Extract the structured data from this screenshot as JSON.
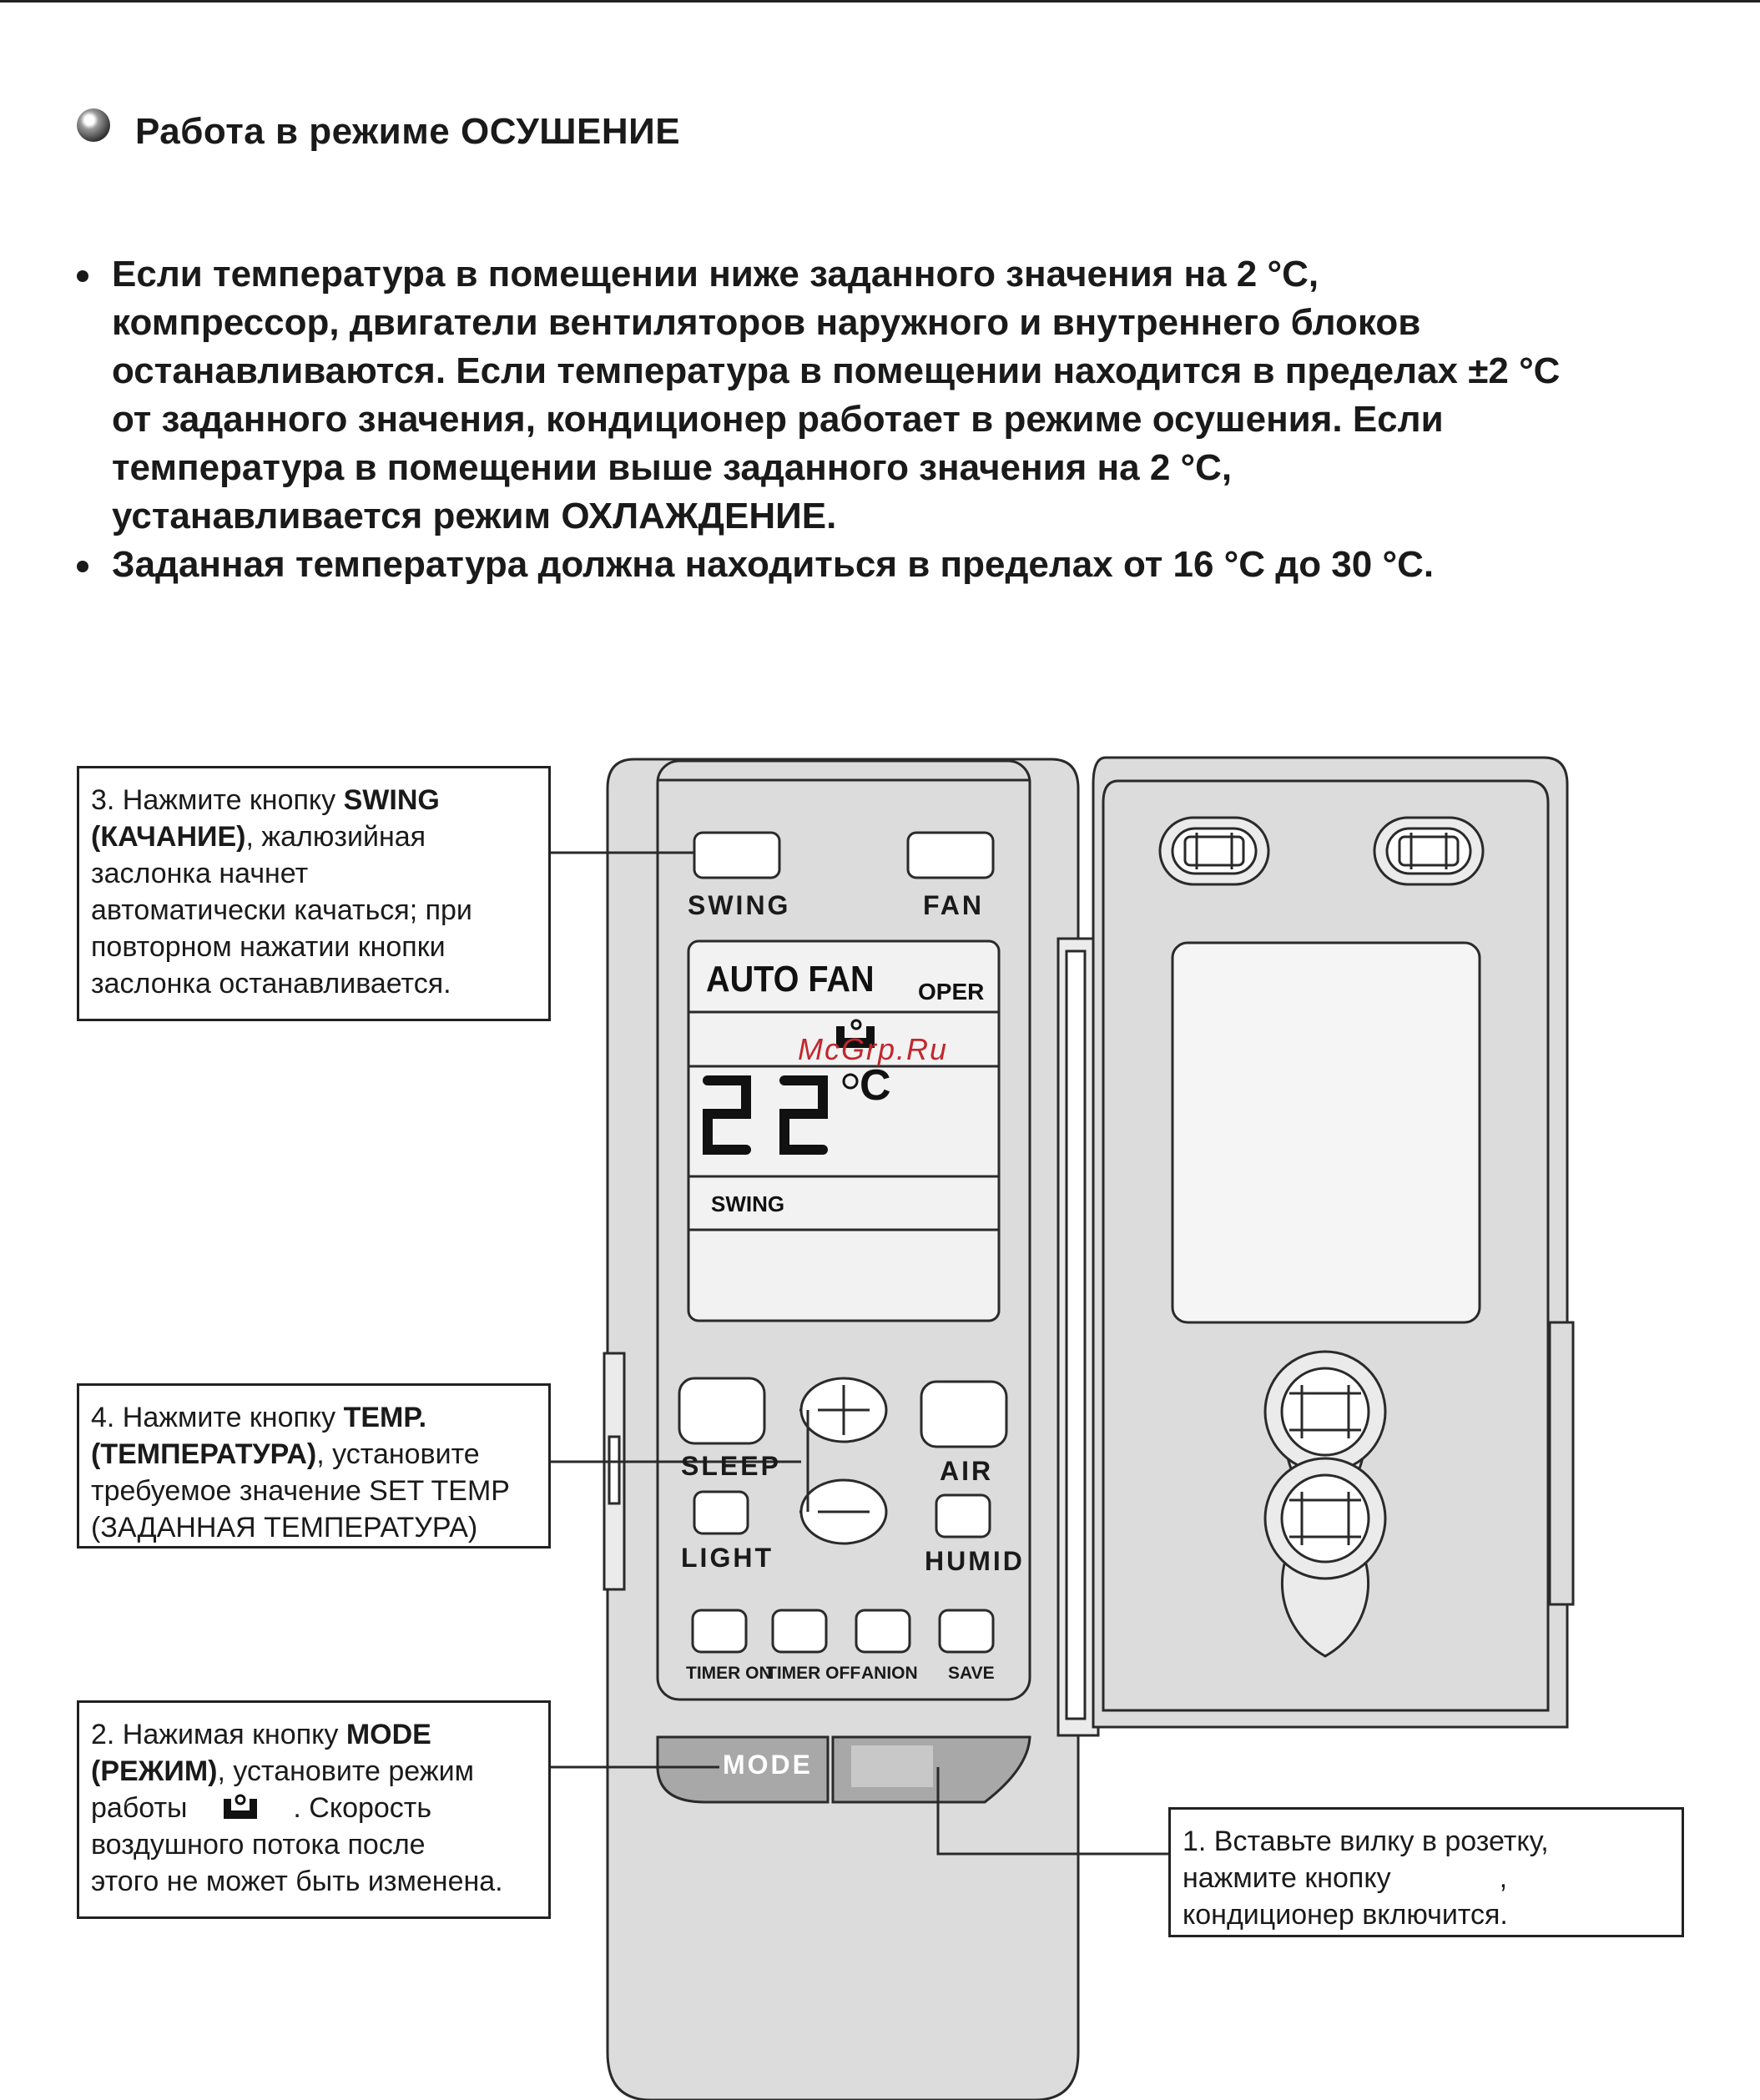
{
  "heading": "Работа в режиме ОСУШЕНИЕ",
  "bullets": [
    {
      "lines": [
        "Если температура в помещении ниже заданного значения на 2 °C,",
        "компрессор, двигатели вентиляторов наружного и внутреннего блоков",
        "останавливаются. Если температура в помещении находится в пределах ±2 °C",
        "от заданного значения, кондиционер работает в режиме осушения. Если",
        "температура в помещении выше заданного значения на 2 °C,",
        "устанавливается режим ОХЛАЖДЕНИЕ."
      ]
    },
    {
      "lines": [
        "Заданная температура должна находиться в пределах от 16 °C до 30 °C."
      ]
    }
  ],
  "callouts": {
    "swing": {
      "prefix": "3. Нажмите кнопку ",
      "bold1": "SWING",
      "bold2": "(КАЧАНИЕ)",
      "text2": ", жалюзийная",
      "lines": [
        "заслонка начнет",
        "автоматически качаться; при",
        "повторном нажатии кнопки",
        "заслонка останавливается."
      ]
    },
    "temp": {
      "prefix": "4. Нажмите кнопку ",
      "bold1": "TEMP.",
      "bold2": "(ТЕМПЕРАТУРА)",
      "text2": ", установите",
      "lines": [
        "требуемое значение SET TEMP",
        "(ЗАДАННАЯ ТЕМПЕРАТУРА)"
      ]
    },
    "mode": {
      "prefix": "2. Нажимая кнопку ",
      "bold1": "MODE",
      "bold2": "(РЕЖИМ)",
      "text2": ", установите режим",
      "line3a": "работы",
      "line3b": ". Скорость",
      "lines": [
        "воздушного потока после",
        "этого не может быть изменена."
      ]
    },
    "power": {
      "line1": "1. Вставьте вилку в розетку,",
      "line2a": "нажмите кнопку",
      "line2b": ",",
      "line3": "кондиционер включится."
    }
  },
  "remote": {
    "buttons": {
      "swing": "SWING",
      "fan": "FAN",
      "sleep": "SLEEP",
      "air": "AIR",
      "light": "LIGHT",
      "humid": "HUMID",
      "timer_on": "TIMER ON",
      "timer_off": "TIMER OFF",
      "anion": "ANION",
      "save": "SAVE",
      "mode": "MODE",
      "plus_icon": "plus-icon",
      "minus_icon": "minus-icon"
    },
    "lcd": {
      "fan_label": "AUTO  FAN",
      "oper": "OPER",
      "temperature": "22",
      "unit": "°C",
      "swing": "SWING",
      "mode_icon": "dry-mode-icon"
    }
  },
  "watermark": "McGrp.Ru",
  "colors": {
    "remote_body": "#dcdcdc",
    "outline": "#2a2a2a",
    "lcd_bg": "#f2f2f2",
    "mode_strip": "#a8a8a8",
    "watermark": "#c0282d"
  }
}
